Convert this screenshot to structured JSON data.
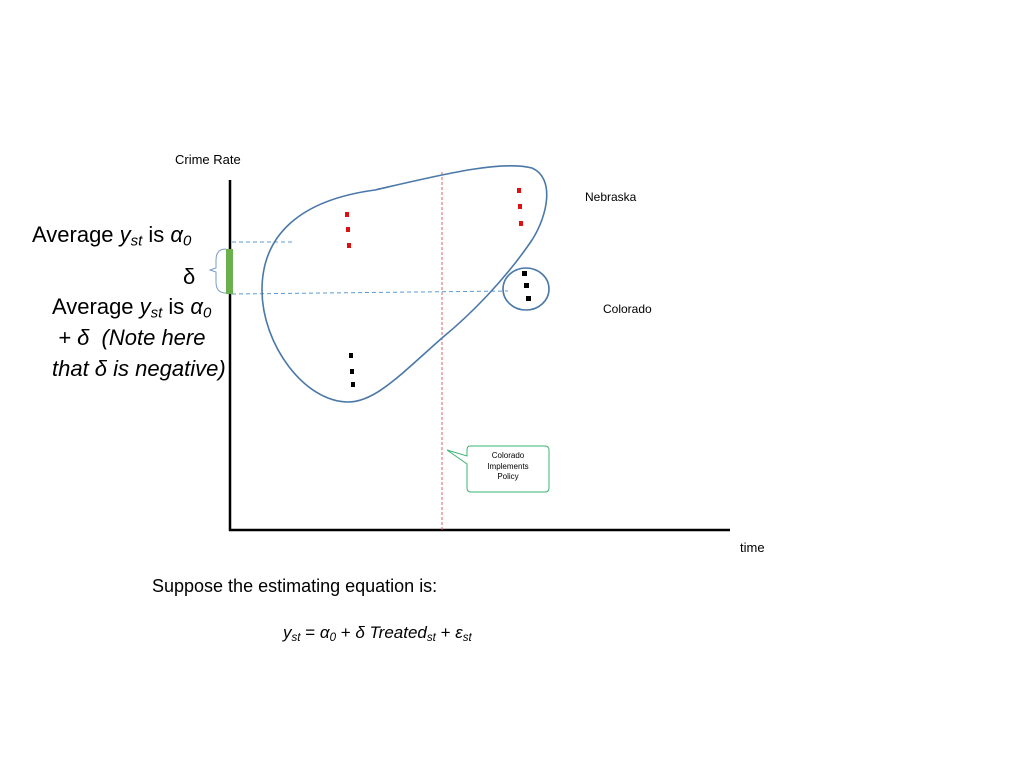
{
  "axes": {
    "y_label": "Crime Rate",
    "x_label": "time"
  },
  "groups": {
    "nebraska_label": "Nebraska",
    "colorado_label": "Colorado"
  },
  "callout": {
    "lines": [
      "Colorado",
      "Implements",
      "Policy"
    ],
    "border_color": "#3cb371"
  },
  "annotations": {
    "avg_alpha": {
      "prefix": "Average ",
      "var": "y",
      "sub": "st",
      "mid": " is ",
      "sym": "α",
      "sym_sub": "0"
    },
    "delta": "δ",
    "avg_alpha_delta": {
      "prefix": "Average ",
      "var": "y",
      "sub": "st",
      "mid": " is",
      "line2_sym": "α",
      "line2_sub": "0",
      "line2_rest": " + δ  ",
      "note": "(Note here that δ is negative)"
    }
  },
  "equation": {
    "intro": "Suppose the estimating equation is:",
    "lhs_var": "y",
    "lhs_sub": "st",
    "eq": " = ",
    "alpha": "α",
    "alpha_sub": "0",
    "plus1": " + ",
    "delta": "δ",
    "treated": " Treated",
    "treated_sub": "st",
    "plus2": " + ",
    "eps": "ε",
    "eps_sub": "st"
  },
  "colors": {
    "axis": "#000000",
    "ellipse": "#4a78a8",
    "guide_line": "#5b9bd5",
    "policy_line": "#e06060",
    "nebraska_dots": "#dd1111",
    "colorado_dots": "#000000",
    "delta_bar": "#6ab04c"
  }
}
